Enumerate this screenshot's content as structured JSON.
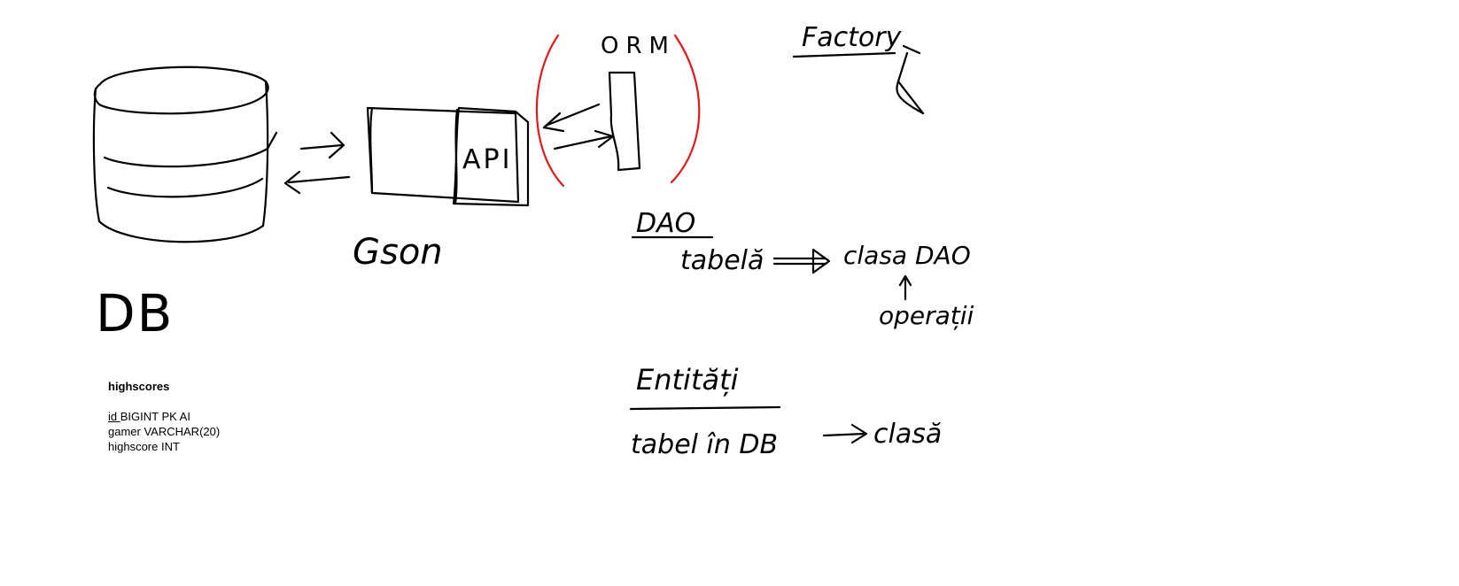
{
  "canvas": {
    "background": "#ffffff",
    "ink_color": "#000000",
    "accent_color": "#e0191b"
  },
  "diagram": {
    "db_label": "DB",
    "api_label": "API",
    "orm_label": "ORM",
    "api_caption": "Gson",
    "factory_label": "Factory",
    "dao": {
      "title": "DAO",
      "left": "tabelă",
      "right": "clasa DAO",
      "note": "operații"
    },
    "entity": {
      "title": "Entități",
      "left": "tabel în DB",
      "right": "clasă"
    }
  },
  "schema": {
    "title": "highscores",
    "rows": [
      {
        "name": "id",
        "type": "BIGINT PK AI",
        "underline": true
      },
      {
        "name": "gamer",
        "type": "VARCHAR(20)",
        "underline": false
      },
      {
        "name": "highscore",
        "type": "INT",
        "underline": false
      }
    ]
  }
}
